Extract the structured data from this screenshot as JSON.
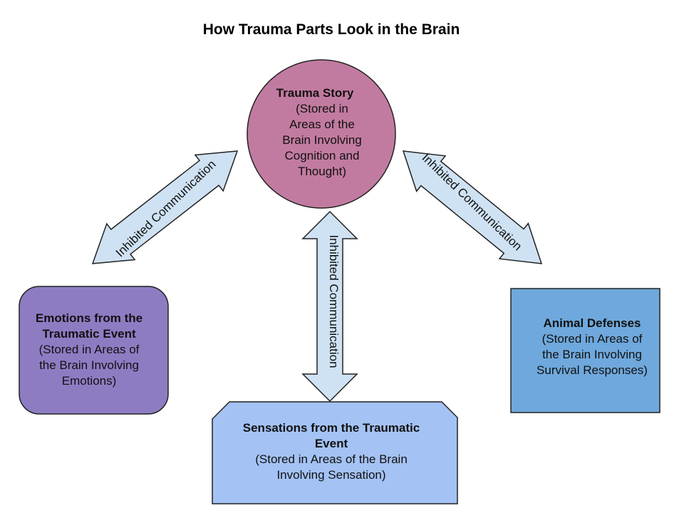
{
  "title": "How Trauma Parts Look in the Brain",
  "nodes": {
    "trauma_story": {
      "title": "Trauma Story",
      "lines": [
        "(Stored in",
        "Areas of the",
        "Brain Involving",
        "Cognition and",
        "Thought)"
      ],
      "color": "#c27ba0"
    },
    "emotions": {
      "title": "Emotions from the Traumatic Event",
      "lines": [
        "(Stored in Areas of",
        "the Brain Involving",
        "Emotions)"
      ],
      "color": "#8e7cc3"
    },
    "sensations": {
      "title": "Sensations from the Traumatic Event",
      "lines": [
        "(Stored in Areas of the Brain",
        "Involving Sensation)"
      ],
      "color": "#a4c2f4"
    },
    "animal_defenses": {
      "title": "Animal Defenses",
      "lines": [
        "(Stored in Areas of",
        "the Brain Involving",
        "Survival Responses)"
      ],
      "color": "#6fa8dc"
    }
  },
  "connectors": {
    "left": "Inhibited Communication",
    "center": "Inhibited Communication",
    "right": "Inhibited Communication",
    "color": "#cfe2f3"
  }
}
